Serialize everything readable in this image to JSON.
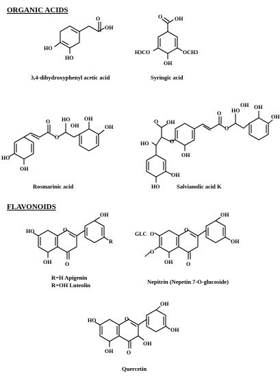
{
  "sections": {
    "organic_acids": "ORGANIC ACIDS",
    "flavonoids": "FLAVONOIDS"
  },
  "compounds": {
    "dhpaa": {
      "name": "3,4-dihydroxyphenyl acetic acid",
      "labels": {
        "oh": "OH",
        "ho1": "HO",
        "ho2": "HO"
      }
    },
    "syringic": {
      "name": "Syringic acid",
      "labels": {
        "o": "O",
        "oh_top": "OH",
        "oh_bottom": "OH",
        "och3_left": "H3CO",
        "och3_right": "OCH3"
      }
    },
    "rosmarinic": {
      "name": "Rosmarinic acid",
      "labels": {
        "ho": "HO",
        "oh1": "OH",
        "oh2": "OH",
        "o_carbonyl": "O",
        "o_ester": "O",
        "ho_bottom": "HO",
        "oh_bottom": "OH"
      }
    },
    "salvianolic": {
      "name": "Salvianolic acid K",
      "labels": {
        "ho1": "HO",
        "o1": "O",
        "oh1": "OH",
        "ho_acid": "HO",
        "oh_right1": "OH",
        "oh_right2": "OH",
        "o_ester": "O",
        "o_carbonyl": "O",
        "oh_mid": "OH",
        "o_link": "O",
        "ho_b1": "HO",
        "oh_b2": "OH"
      }
    },
    "apigenin": {
      "name_line1": "R=H Apigenin",
      "name_line2": "R=OH Luteolin",
      "labels": {
        "ho": "HO",
        "oh_top": "OH",
        "r": "R",
        "oh_5": "OH",
        "o_4": "O",
        "o_ring": "O"
      }
    },
    "nepitrin": {
      "name": "Nepitrin (Nepetin 7-O-glucoside)",
      "labels": {
        "glc": "GLC",
        "o7": "O",
        "o6": "O",
        "oh_5": "OH",
        "o_4": "O",
        "o_ring": "O",
        "oh_a": "OH",
        "oh_b": "OH"
      }
    },
    "quercetin": {
      "name": "Quercetin",
      "labels": {
        "ho": "HO",
        "oh_5": "OH",
        "o_4": "O",
        "oh_3": "OH",
        "o_ring": "O",
        "oh_a": "OH",
        "oh_b": "OH"
      }
    }
  }
}
